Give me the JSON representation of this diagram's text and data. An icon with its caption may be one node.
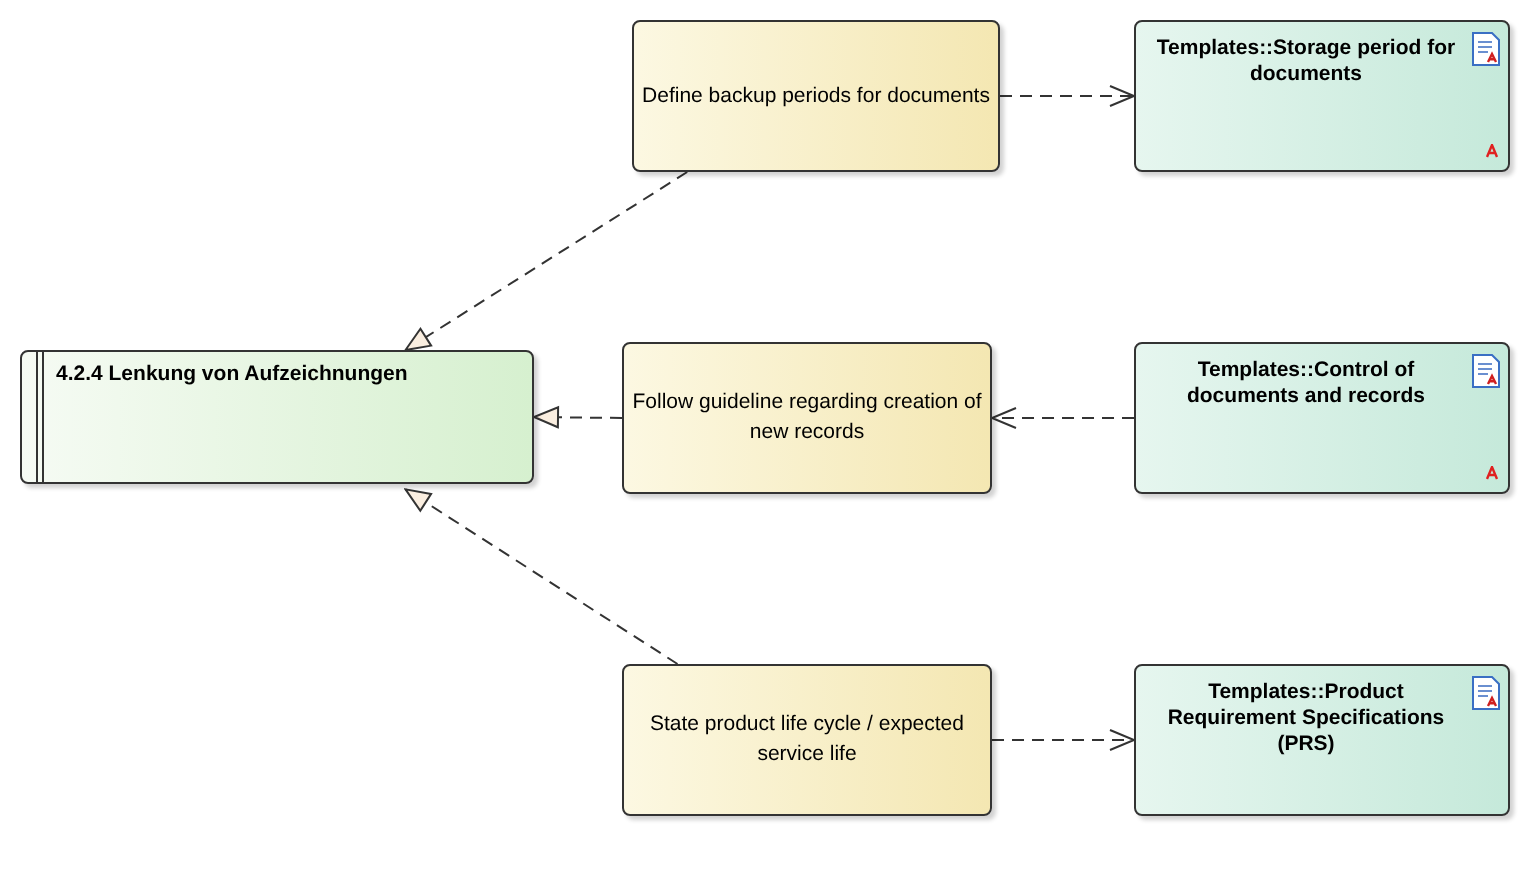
{
  "diagram": {
    "nodes": [
      {
        "text": [
          "4.2.4 Lenkung von Aufzeichnungen"
        ]
      },
      {
        "text": [
          "Define backup periods for documents"
        ]
      },
      {
        "text": [
          "Follow guideline regarding creation of new records"
        ]
      },
      {
        "text": [
          "State product life cycle / expected service life"
        ]
      },
      {
        "text": [
          "Templates::Storage period for documents"
        ]
      },
      {
        "text": [
          "Templates::Control of documents and records"
        ]
      },
      {
        "text": [
          "Templates::Product Requirement Specifications (PRS)"
        ]
      }
    ],
    "edges": [
      {
        "from": 1,
        "to": 0,
        "arrow": "to",
        "style": "dashed"
      },
      {
        "from": 2,
        "to": 0,
        "arrow": "to",
        "style": "dashed"
      },
      {
        "from": 3,
        "to": 0,
        "arrow": "to",
        "style": "dashed"
      },
      {
        "from": 1,
        "to": 4,
        "arrow": "to",
        "style": "dashed"
      },
      {
        "from": 5,
        "to": 2,
        "arrow": "to",
        "style": "dashed"
      },
      {
        "from": 3,
        "to": 6,
        "arrow": "to",
        "style": "dashed"
      }
    ]
  }
}
